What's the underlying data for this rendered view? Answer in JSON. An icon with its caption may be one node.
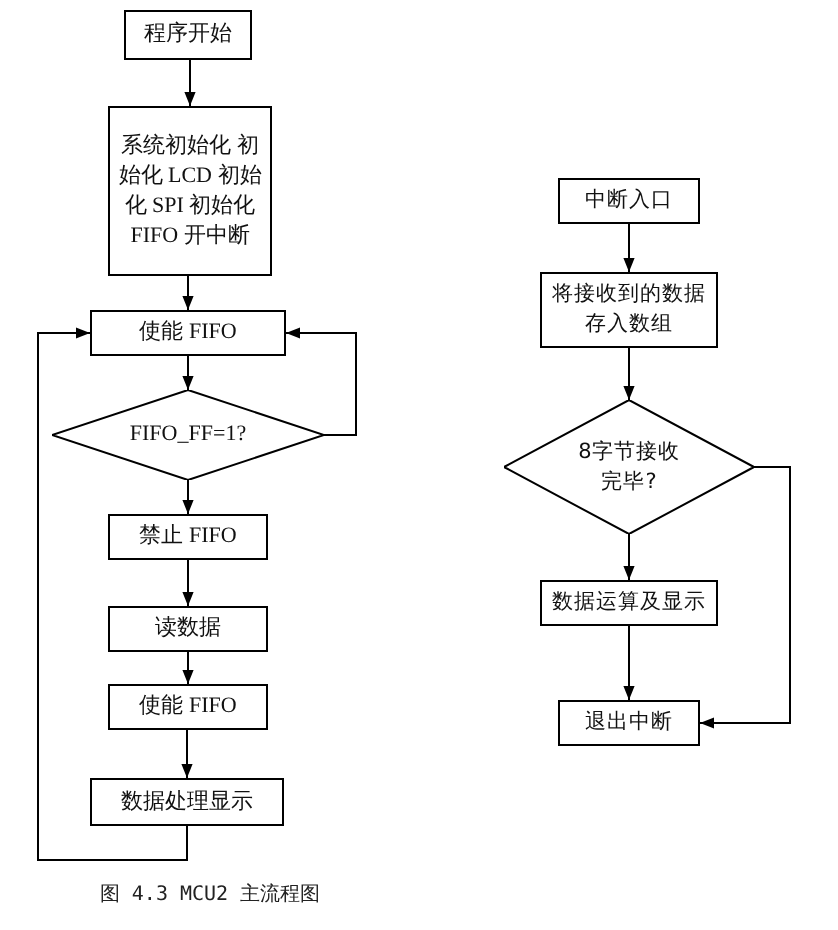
{
  "diagram": {
    "caption": "图 4.3 MCU2 主流程图",
    "nodes": [
      {
        "text": [
          "程序开始"
        ]
      },
      {
        "text": [
          "系统初始化 初始化 LCD 初始化 SPI 初始化 FIFO 开中断"
        ]
      },
      {
        "text": [
          "使能 FIFO"
        ]
      },
      {
        "text": [
          "FIFO_FF=1?"
        ]
      },
      {
        "text": [
          "禁止 FIFO"
        ]
      },
      {
        "text": [
          "读数据"
        ]
      },
      {
        "text": [
          "使能 FIFO"
        ]
      },
      {
        "text": [
          "数据处理显示"
        ]
      },
      {
        "text": [
          "中断入口"
        ]
      },
      {
        "text": [
          "将接收到的数据存入数组"
        ]
      },
      {
        "text": [
          "8字节接收完毕?"
        ]
      },
      {
        "text": [
          "数据运算及显示"
        ]
      },
      {
        "text": [
          "退出中断"
        ]
      }
    ],
    "edges": [
      {
        "from": 0,
        "to": 1,
        "arrow": "to"
      },
      {
        "from": 1,
        "to": 2,
        "arrow": "to"
      },
      {
        "from": 2,
        "to": 3,
        "arrow": "to"
      },
      {
        "from": 3,
        "to": 4,
        "arrow": "to"
      },
      {
        "from": 4,
        "to": 5,
        "arrow": "to"
      },
      {
        "from": 5,
        "to": 6,
        "arrow": "to"
      },
      {
        "from": 6,
        "to": 7,
        "arrow": "to"
      },
      {
        "from": 7,
        "to": 2,
        "arrow": "to"
      },
      {
        "from": 3,
        "to": 2,
        "arrow": "to"
      },
      {
        "from": 8,
        "to": 9,
        "arrow": "to"
      },
      {
        "from": 9,
        "to": 10,
        "arrow": "to"
      },
      {
        "from": 10,
        "to": 11,
        "arrow": "to"
      },
      {
        "from": 11,
        "to": 12,
        "arrow": "to"
      },
      {
        "from": 10,
        "to": 12,
        "arrow": "to"
      }
    ]
  }
}
